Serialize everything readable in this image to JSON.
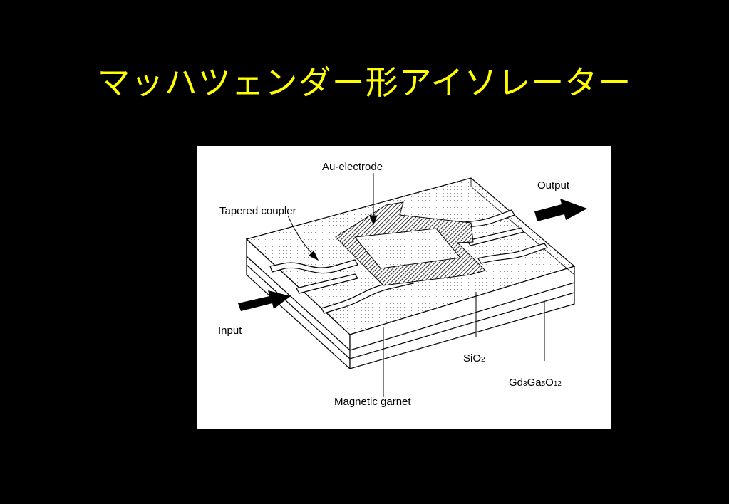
{
  "slide": {
    "title": "マッハツェンダー形アイソレーター",
    "title_color": "#ffff00",
    "background_color": "#000000"
  },
  "figure": {
    "background_color": "#ffffff",
    "labels": {
      "au_electrode": "Au-electrode",
      "tapered_coupler": "Tapered coupler",
      "output": "Output",
      "input": "Input",
      "sio2_main": "SiO",
      "sio2_sub": "2",
      "substrate_gd": "Gd",
      "substrate_sub1": "3",
      "substrate_ga": "Ga",
      "substrate_sub2": "5",
      "substrate_o": "O",
      "substrate_sub3": "12",
      "magnetic_garnet": "Magnetic garnet"
    }
  }
}
